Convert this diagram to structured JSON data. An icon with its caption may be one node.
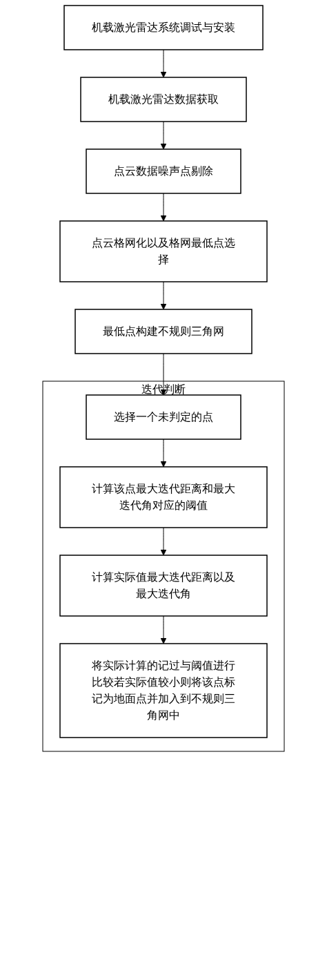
{
  "diagram": {
    "nodes": [
      {
        "text": [
          "机载激光雷达系统调试与安装"
        ]
      },
      {
        "text": [
          "机载激光雷达数据获取"
        ]
      },
      {
        "text": [
          "点云数据噪声点剔除"
        ]
      },
      {
        "text": [
          "点云格网化以及格网最低点选择"
        ]
      },
      {
        "text": [
          "最低点构建不规则三角网"
        ]
      },
      {
        "text": [
          "迭代判断"
        ]
      },
      {
        "text": [
          "选择一个未判定的点"
        ],
        "in": 5
      },
      {
        "text": [
          "计算该点最大迭代距离和最大迭代角对应的阈值"
        ],
        "in": 5
      },
      {
        "text": [
          "计算实际值最大迭代距离以及最大迭代角"
        ],
        "in": 5
      },
      {
        "text": [
          "将实际计算的记过与阈值进行比较若实际值较小则将该点标记为地面点并加入到不规则三角网中"
        ],
        "in": 5
      }
    ],
    "edges": [
      {
        "from": 0,
        "to": 1,
        "arrow": "to"
      },
      {
        "from": 1,
        "to": 2,
        "arrow": "to"
      },
      {
        "from": 2,
        "to": 3,
        "arrow": "to"
      },
      {
        "from": 3,
        "to": 4,
        "arrow": "to"
      },
      {
        "from": 4,
        "to": 6,
        "arrow": "to"
      },
      {
        "from": 6,
        "to": 7,
        "arrow": "to"
      },
      {
        "from": 7,
        "to": 8,
        "arrow": "to"
      },
      {
        "from": 8,
        "to": 9,
        "arrow": "to"
      }
    ]
  }
}
